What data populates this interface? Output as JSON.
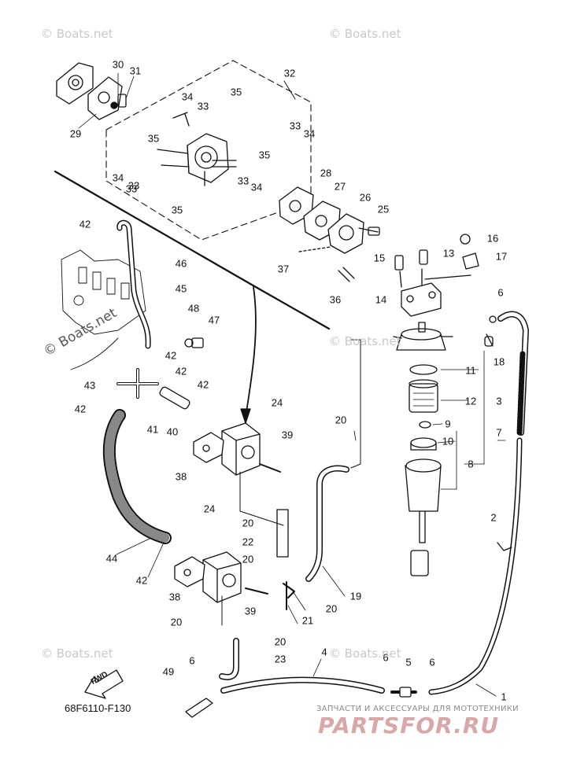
{
  "diagram": {
    "code": "68F6110-F130",
    "fwd_label": "FWD",
    "watermark": "© Boats.net",
    "brand_tagline": "ЗАПЧАСТИ И АКСЕССУАРЫ ДЛЯ МОТОТЕХНИКИ",
    "brand_logo": "PARTSFOR.RU"
  },
  "callouts": [
    "30",
    "31",
    "29",
    "32",
    "35",
    "34",
    "33",
    "33",
    "35",
    "34",
    "33",
    "35",
    "34",
    "33",
    "34",
    "33",
    "35",
    "28",
    "27",
    "26",
    "25",
    "37",
    "36",
    "16",
    "15",
    "13",
    "17",
    "14",
    "6",
    "18",
    "11",
    "12",
    "3",
    "9",
    "10",
    "7",
    "8",
    "20",
    "2",
    "42",
    "46",
    "45",
    "48",
    "47",
    "42",
    "42",
    "43",
    "42",
    "42",
    "41",
    "40",
    "24",
    "39",
    "38",
    "20",
    "22",
    "24",
    "20",
    "44",
    "42",
    "38",
    "39",
    "20",
    "19",
    "21",
    "20",
    "20",
    "23",
    "4",
    "6",
    "5",
    "6",
    "1",
    "6",
    "49"
  ]
}
